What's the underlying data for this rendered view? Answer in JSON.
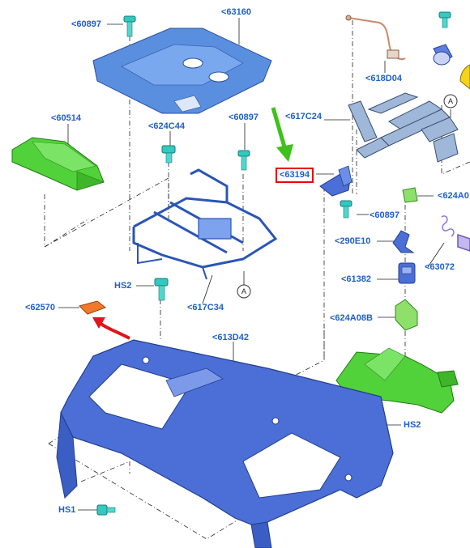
{
  "callouts": {
    "p60897a": "<60897",
    "p63160": "<63160",
    "p60514": "<60514",
    "p624C44": "<624C44",
    "p60897b": "<60897",
    "p617C24": "<617C24",
    "p63194": "<63194",
    "p618D04": "<618D04",
    "p624A0": "<624A0",
    "p60897c": "<60897",
    "p290E10": "<290E10",
    "p63072": "<63072",
    "p61382": "<61382",
    "pHS2a": "HS2",
    "p617C34": "<617C34",
    "p62570": "<62570",
    "p624A08B": "<624A08B",
    "p613D42": "<613D42",
    "pHS2b": "HS2",
    "pHS1": "HS1"
  },
  "ref_markers": {
    "a1": "A",
    "a2": "A"
  },
  "colors": {
    "callout_text": "#1f5fc8",
    "highlight_box": "#e8000b",
    "pointer_arrow_green": "#3ec21b",
    "pointer_arrow_red": "#e0141a",
    "panel_blue": "#5a8fe0",
    "frame_blue": "#4b6fd6",
    "bracket_green": "#52d23a",
    "screw_cyan": "#33c9c0",
    "clip_orange": "#f07a2a"
  }
}
